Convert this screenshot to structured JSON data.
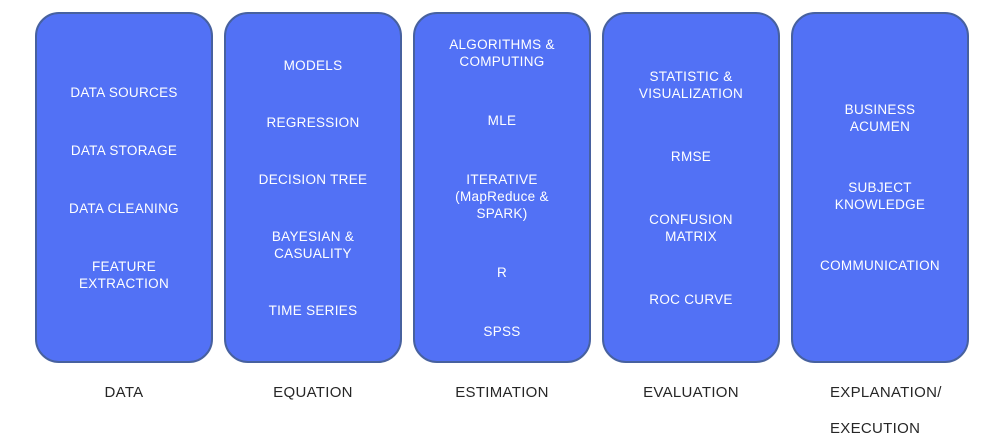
{
  "title": "data science five pillars diagram",
  "colors": {
    "card_fill": "#5271f5",
    "card_border": "#47619f",
    "card_text": "#ffffff",
    "label_text": "#262626",
    "background": "#ffffff"
  },
  "columns": [
    {
      "id": "data",
      "label": "DATA",
      "items": [
        "DATA SOURCES",
        "DATA STORAGE",
        "DATA CLEANING",
        "FEATURE\nEXTRACTION"
      ]
    },
    {
      "id": "equation",
      "label": "EQUATION",
      "items": [
        "MODELS",
        "REGRESSION",
        "DECISION TREE",
        "BAYESIAN &\nCASUALITY",
        "TIME SERIES"
      ]
    },
    {
      "id": "estimation",
      "label": "ESTIMATION",
      "items": [
        "ALGORITHMS &\nCOMPUTING",
        "MLE",
        "ITERATIVE\n(MapReduce &\nSPARK)",
        "R",
        "SPSS"
      ]
    },
    {
      "id": "evaluation",
      "label": "EVALUATION",
      "items": [
        "STATISTIC &\nVISUALIZATION",
        "RMSE",
        "CONFUSION\nMATRIX",
        "ROC CURVE"
      ]
    },
    {
      "id": "explanation-execution",
      "label": "EXPLANATION/\nEXECUTION",
      "items": [
        "BUSINESS\nACUMEN",
        "SUBJECT\nKNOWLEDGE",
        "COMMUNICATION"
      ]
    }
  ]
}
